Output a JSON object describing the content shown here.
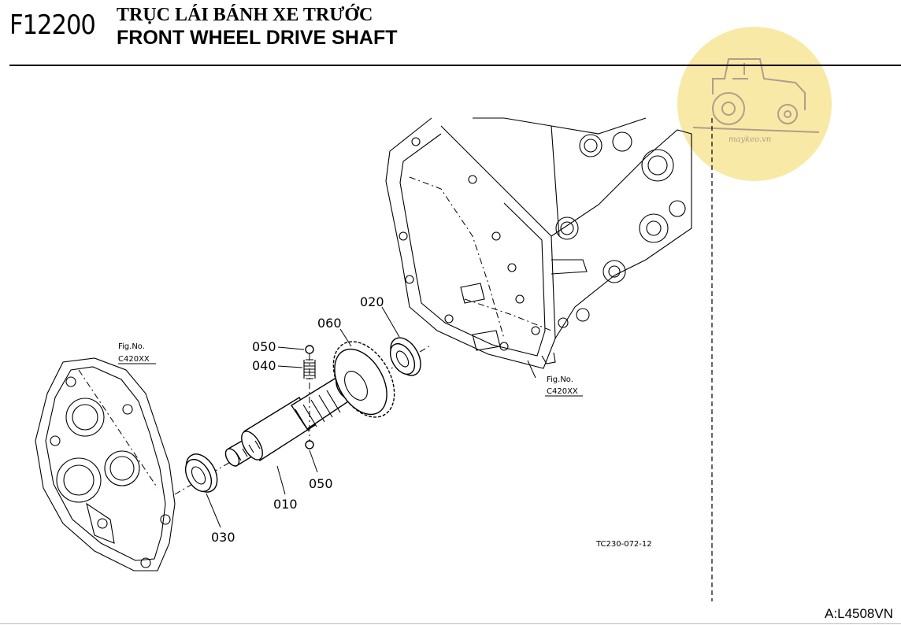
{
  "header": {
    "code": "F12200",
    "title_vn": "TRỤC LÁI BÁNH XE TRƯỚC",
    "title_en": "FRONT WHEEL DRIVE SHAFT"
  },
  "watermark": {
    "text": "maykeo.vn",
    "icon": "tractor-icon",
    "color": "#f8e9a6"
  },
  "parts": {
    "p010": "010",
    "p020": "020",
    "p030": "030",
    "p040": "040",
    "p050a": "050",
    "p050b": "050",
    "p060": "060"
  },
  "fig_left": {
    "label": "Fig.No.",
    "ref": "C420XX"
  },
  "fig_right": {
    "label": "Fig.No.",
    "ref": "C420XX"
  },
  "drawing_no": "TC230-072-12",
  "footer": {
    "page_ref": "A:L4508VN"
  }
}
